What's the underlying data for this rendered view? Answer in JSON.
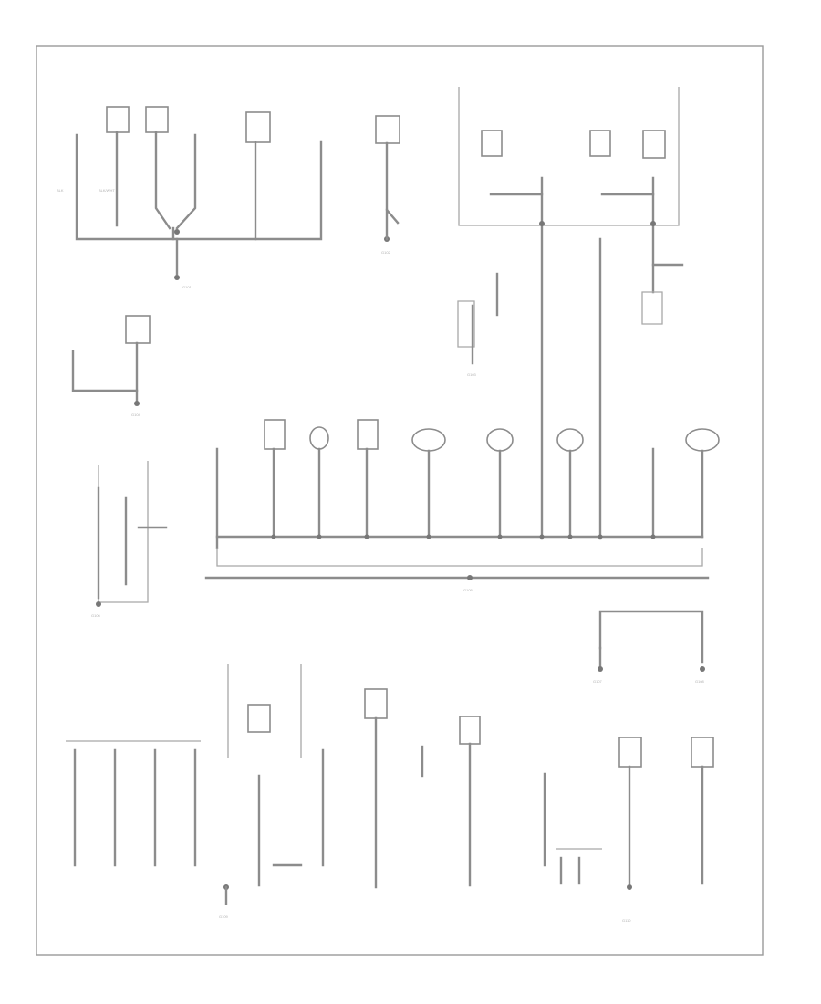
{
  "diagram": {
    "frame_label": "",
    "labels": {
      "g101": "G101",
      "g102": "G102",
      "g103": "G103",
      "g104": "G104",
      "g105": "G105",
      "g106": "G106",
      "g107": "G107",
      "g108": "G108",
      "g109": "G109",
      "g110": "G110",
      "blk": "BLK",
      "blkwht": "BLK/WHT"
    }
  }
}
